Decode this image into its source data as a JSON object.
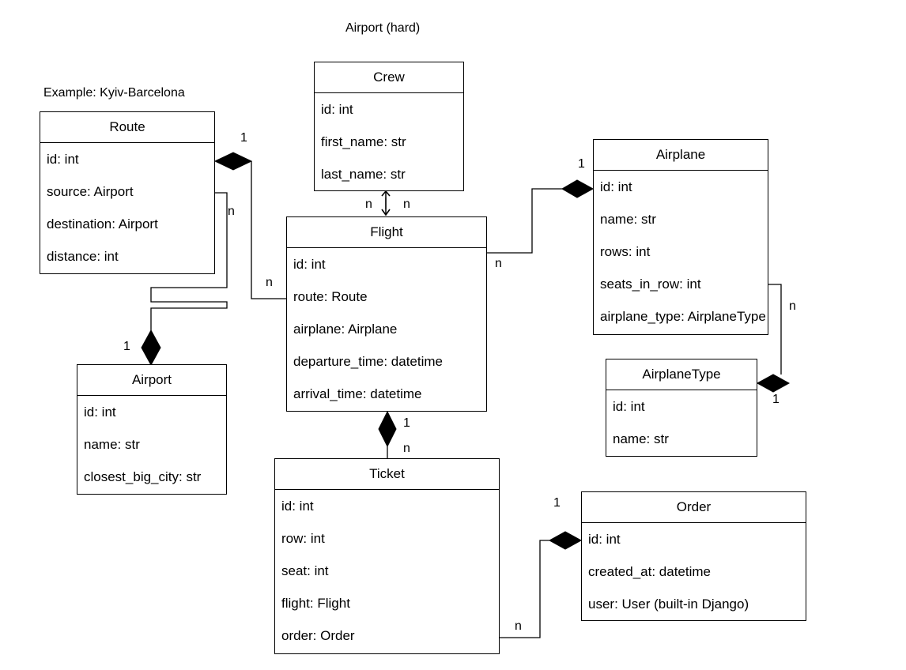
{
  "title": "Airport (hard)",
  "note": "Example: Kyiv-Barcelona",
  "classes": {
    "crew": {
      "name": "Crew",
      "attrs": [
        "id: int",
        "first_name: str",
        "last_name: str"
      ]
    },
    "route": {
      "name": "Route",
      "attrs": [
        "id: int",
        "source: Airport",
        "destination: Airport",
        "distance: int"
      ]
    },
    "flight": {
      "name": "Flight",
      "attrs": [
        "id: int",
        "route: Route",
        "airplane: Airplane",
        "departure_time: datetime",
        "arrival_time: datetime"
      ]
    },
    "airplane": {
      "name": "Airplane",
      "attrs": [
        "id: int",
        "name: str",
        "rows: int",
        "seats_in_row: int",
        "airplane_type: AirplaneType"
      ]
    },
    "airplane_type": {
      "name": "AirplaneType",
      "attrs": [
        "id: int",
        "name: str"
      ]
    },
    "airport": {
      "name": "Airport",
      "attrs": [
        "id: int",
        "name: str",
        "closest_big_city: str"
      ]
    },
    "ticket": {
      "name": "Ticket",
      "attrs": [
        "id: int",
        "row: int",
        "seat: int",
        "flight: Flight",
        "order: Order"
      ]
    },
    "order": {
      "name": "Order",
      "attrs": [
        "id: int",
        "created_at: datetime",
        "user: User (built-in Django)"
      ]
    }
  },
  "multiplicities": {
    "route_flight_one": "1",
    "route_flight_many": "n",
    "route_airport_many": "n",
    "route_airport_one": "1",
    "crew_flight_left": "n",
    "crew_flight_right": "n",
    "airplane_flight_one": "1",
    "airplane_flight_many": "n",
    "airplane_type_many": "n",
    "airplane_type_one": "1",
    "flight_ticket_one": "1",
    "flight_ticket_many": "n",
    "order_ticket_one": "1",
    "order_ticket_many": "n"
  }
}
